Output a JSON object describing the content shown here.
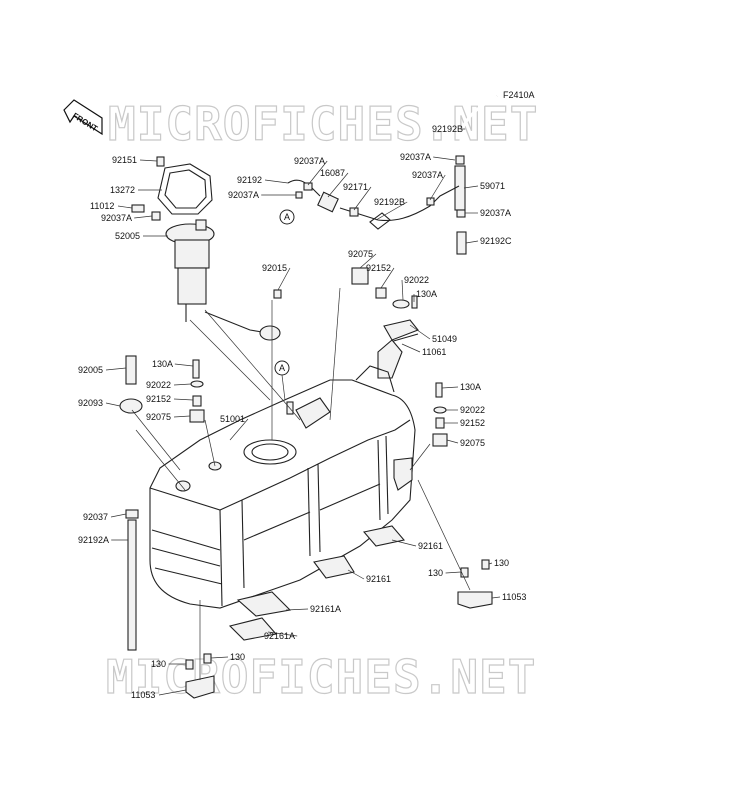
{
  "diagram_code": "F2410A",
  "front_label": "FRONT",
  "watermark": "MICROFICHES.NET",
  "parts": [
    {
      "id": "p0",
      "num": "92192B"
    },
    {
      "id": "p1",
      "num": "92151"
    },
    {
      "id": "p2",
      "num": "92037A"
    },
    {
      "id": "p3",
      "num": "16087"
    },
    {
      "id": "p4",
      "num": "92192"
    },
    {
      "id": "p5",
      "num": "92171"
    },
    {
      "id": "p6",
      "num": "92037A"
    },
    {
      "id": "p7",
      "num": "13272"
    },
    {
      "id": "p8",
      "num": "92037A"
    },
    {
      "id": "p9",
      "num": "92037A"
    },
    {
      "id": "p10",
      "num": "59071"
    },
    {
      "id": "p11",
      "num": "11012"
    },
    {
      "id": "p12",
      "num": "92192B"
    },
    {
      "id": "p13",
      "num": "92037A"
    },
    {
      "id": "p14",
      "num": "92037A"
    },
    {
      "id": "p15",
      "num": "52005"
    },
    {
      "id": "p16",
      "num": "92192C"
    },
    {
      "id": "p17",
      "num": "92015"
    },
    {
      "id": "p18",
      "num": "92075"
    },
    {
      "id": "p19",
      "num": "92152"
    },
    {
      "id": "p20",
      "num": "92022"
    },
    {
      "id": "p21",
      "num": "130A"
    },
    {
      "id": "p22",
      "num": "51049"
    },
    {
      "id": "p23",
      "num": "11061"
    },
    {
      "id": "p24",
      "num": "92005"
    },
    {
      "id": "p25",
      "num": "130A"
    },
    {
      "id": "p26",
      "num": "130A"
    },
    {
      "id": "p27",
      "num": "92022"
    },
    {
      "id": "p28",
      "num": "92152"
    },
    {
      "id": "p29",
      "num": "92022"
    },
    {
      "id": "p30",
      "num": "92093"
    },
    {
      "id": "p31",
      "num": "92075"
    },
    {
      "id": "p32",
      "num": "51001"
    },
    {
      "id": "p33",
      "num": "92152"
    },
    {
      "id": "p34",
      "num": "92075"
    },
    {
      "id": "p35",
      "num": "92037"
    },
    {
      "id": "p36",
      "num": "92161"
    },
    {
      "id": "p37",
      "num": "92192A"
    },
    {
      "id": "p38",
      "num": "130"
    },
    {
      "id": "p39",
      "num": "130"
    },
    {
      "id": "p40",
      "num": "92161"
    },
    {
      "id": "p41",
      "num": "11053"
    },
    {
      "id": "p42",
      "num": "92161A"
    },
    {
      "id": "p43",
      "num": "92161A"
    },
    {
      "id": "p44",
      "num": "130"
    },
    {
      "id": "p45",
      "num": "130"
    },
    {
      "id": "p46",
      "num": "11053"
    }
  ],
  "ref_marks": [
    "A",
    "A"
  ]
}
